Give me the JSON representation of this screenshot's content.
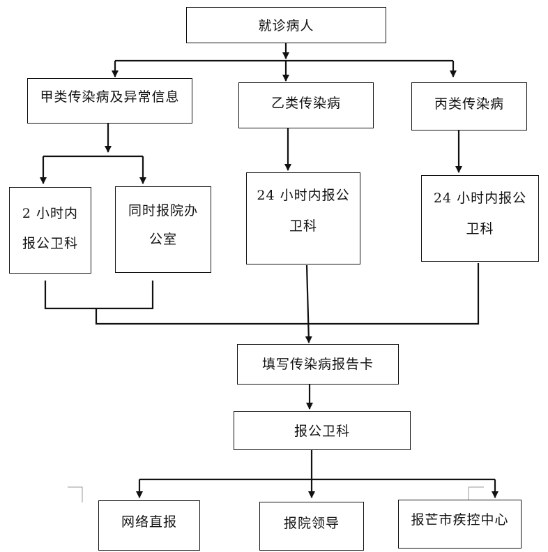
{
  "nodes": {
    "patient": "就诊病人",
    "class_a": "甲类传染病及异常信息",
    "class_b": "乙类传染病",
    "class_c": "丙类传染病",
    "a_report_line1": "2 小时内",
    "a_report_line2": "报公卫科",
    "a_office_line1": "同时报院办",
    "a_office_line2": "公室",
    "b_report_line1": "24 小时内报公",
    "b_report_line2": "卫科",
    "c_report_line1": "24 小时内报公",
    "c_report_line2": "卫科",
    "fill_card": "填写传染病报告卡",
    "report_public_health": "报公卫科",
    "online_report": "网络直报",
    "report_leader": "报院领导",
    "report_cdc": "报芒市疾控中心"
  }
}
